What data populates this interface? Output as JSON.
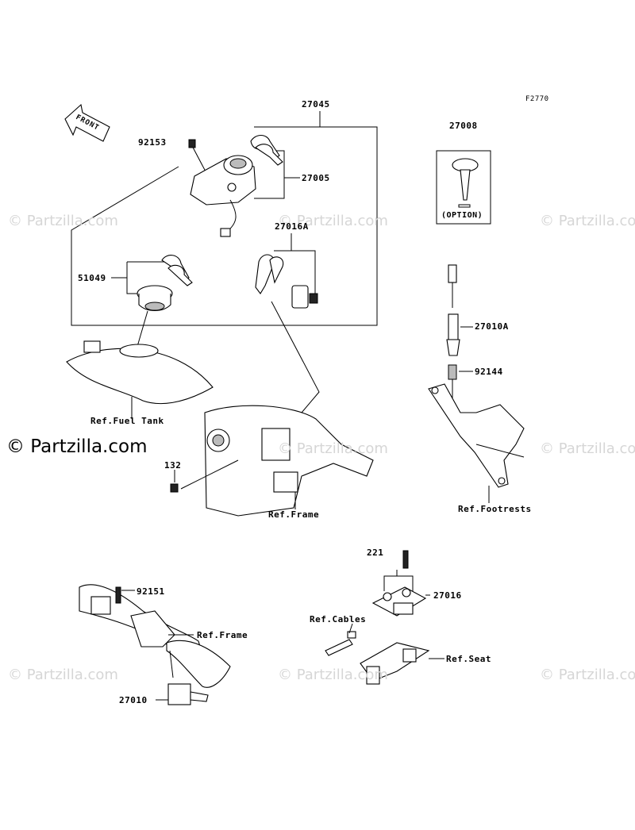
{
  "figure_code": "F2770",
  "front_arrow": "FRONT",
  "watermark": "© Partzilla.com",
  "parts": {
    "p27045": "27045",
    "p92153": "92153",
    "p27005": "27005",
    "p27008": "27008",
    "option": "(OPTION)",
    "p27016A": "27016A",
    "p51049": "51049",
    "p27010A": "27010A",
    "p92144": "92144",
    "ref_fuel_tank": "Ref.Fuel Tank",
    "p132": "132",
    "ref_frame_1": "Ref.Frame",
    "ref_footrests": "Ref.Footrests",
    "p221": "221",
    "p92151": "92151",
    "p27016": "27016",
    "ref_cables": "Ref.Cables",
    "ref_frame_2": "Ref.Frame",
    "ref_seat": "Ref.Seat",
    "p27010": "27010"
  }
}
